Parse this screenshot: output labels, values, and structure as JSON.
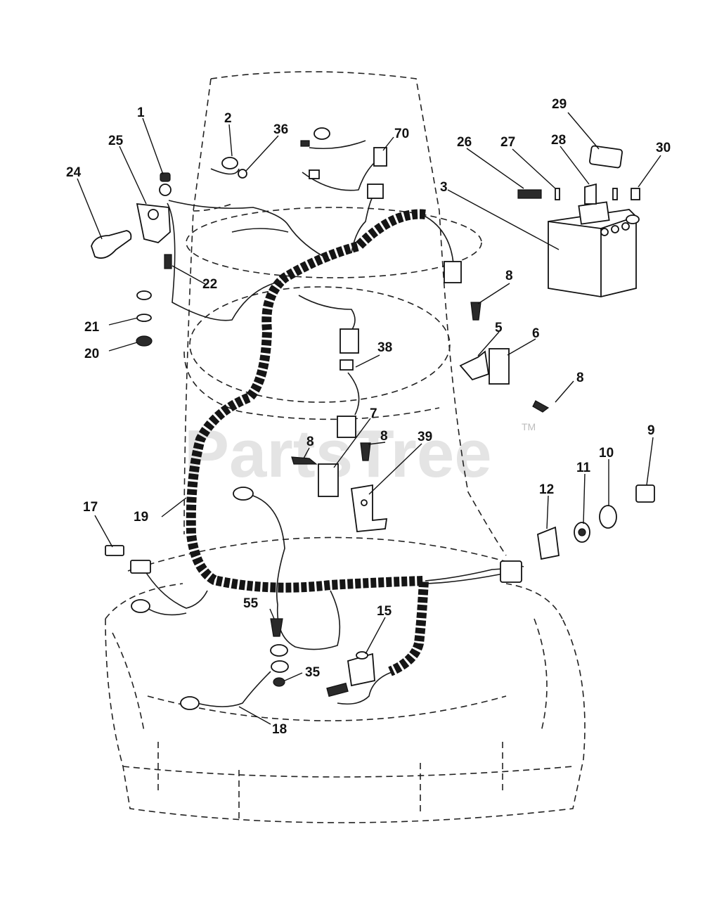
{
  "watermark": {
    "text": "PartsTree",
    "tm": "TM"
  },
  "callouts": {
    "c1": "1",
    "c2": "2",
    "c3": "3",
    "c5": "5",
    "c6": "6",
    "c7": "7",
    "c8a": "8",
    "c8b": "8",
    "c8c": "8",
    "c8d": "8",
    "c9": "9",
    "c10": "10",
    "c11": "11",
    "c12": "12",
    "c15": "15",
    "c17": "17",
    "c18": "18",
    "c19": "19",
    "c20": "20",
    "c21": "21",
    "c22": "22",
    "c24": "24",
    "c25": "25",
    "c26": "26",
    "c27": "27",
    "c28": "28",
    "c29": "29",
    "c30": "30",
    "c35": "35",
    "c36": "36",
    "c38": "38",
    "c39": "39",
    "c55": "55",
    "c70": "70"
  }
}
